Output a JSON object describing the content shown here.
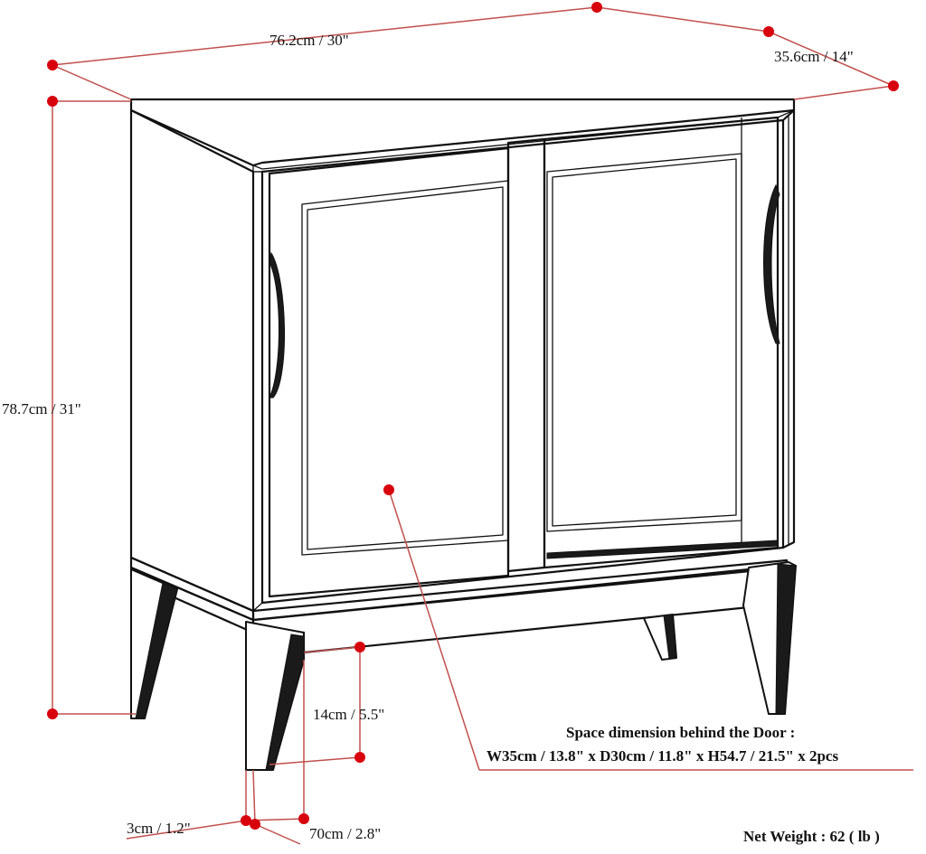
{
  "dimensions": {
    "width": "76.2cm / 30\"",
    "depth": "35.6cm / 14\"",
    "height": "78.7cm / 31\"",
    "leg_clearance": "14cm / 5.5\"",
    "leg_thickness": "3cm / 1.2\"",
    "leg_width": "70cm / 2.8\""
  },
  "space_note": {
    "title": "Space dimension behind the Door :",
    "detail": "W35cm / 13.8\" x D30cm / 11.8\" x H54.7 / 21.5\" x 2pcs"
  },
  "net_weight": "Net Weight : 62 ( lb )",
  "colors": {
    "dimension_line": "#c0504d",
    "dimension_dot": "#d8000c",
    "outline": "#111111"
  }
}
